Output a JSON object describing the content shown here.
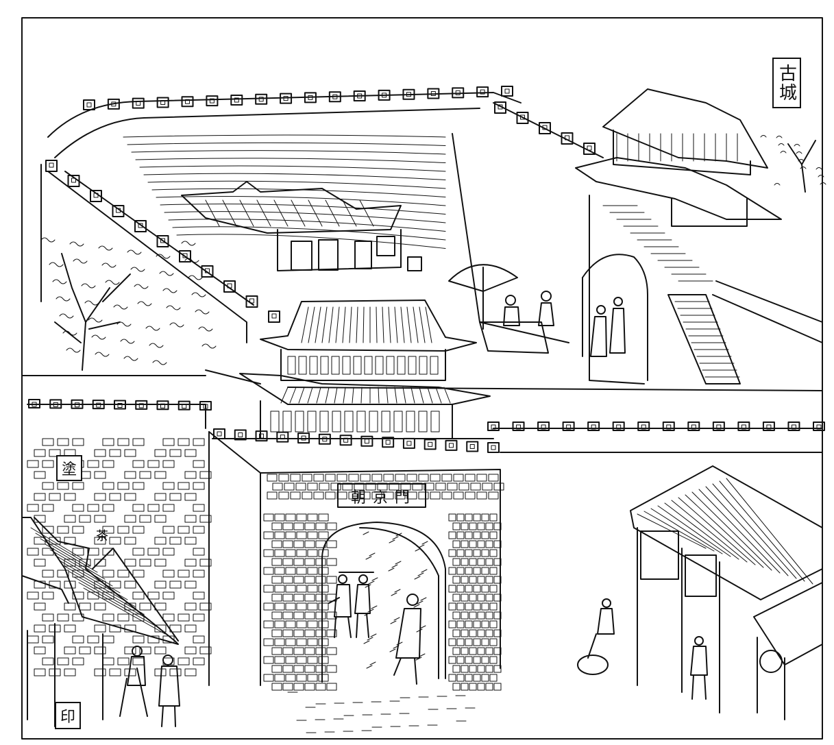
{
  "image": {
    "kind": "ink line drawing",
    "colors": {
      "ink": "#111111",
      "paper": "#ffffff"
    }
  },
  "seal_title": "古城",
  "gate_plaque": "朝京門",
  "shop_banner": "茶",
  "seal_left": "塗",
  "seal_bottom": "印"
}
